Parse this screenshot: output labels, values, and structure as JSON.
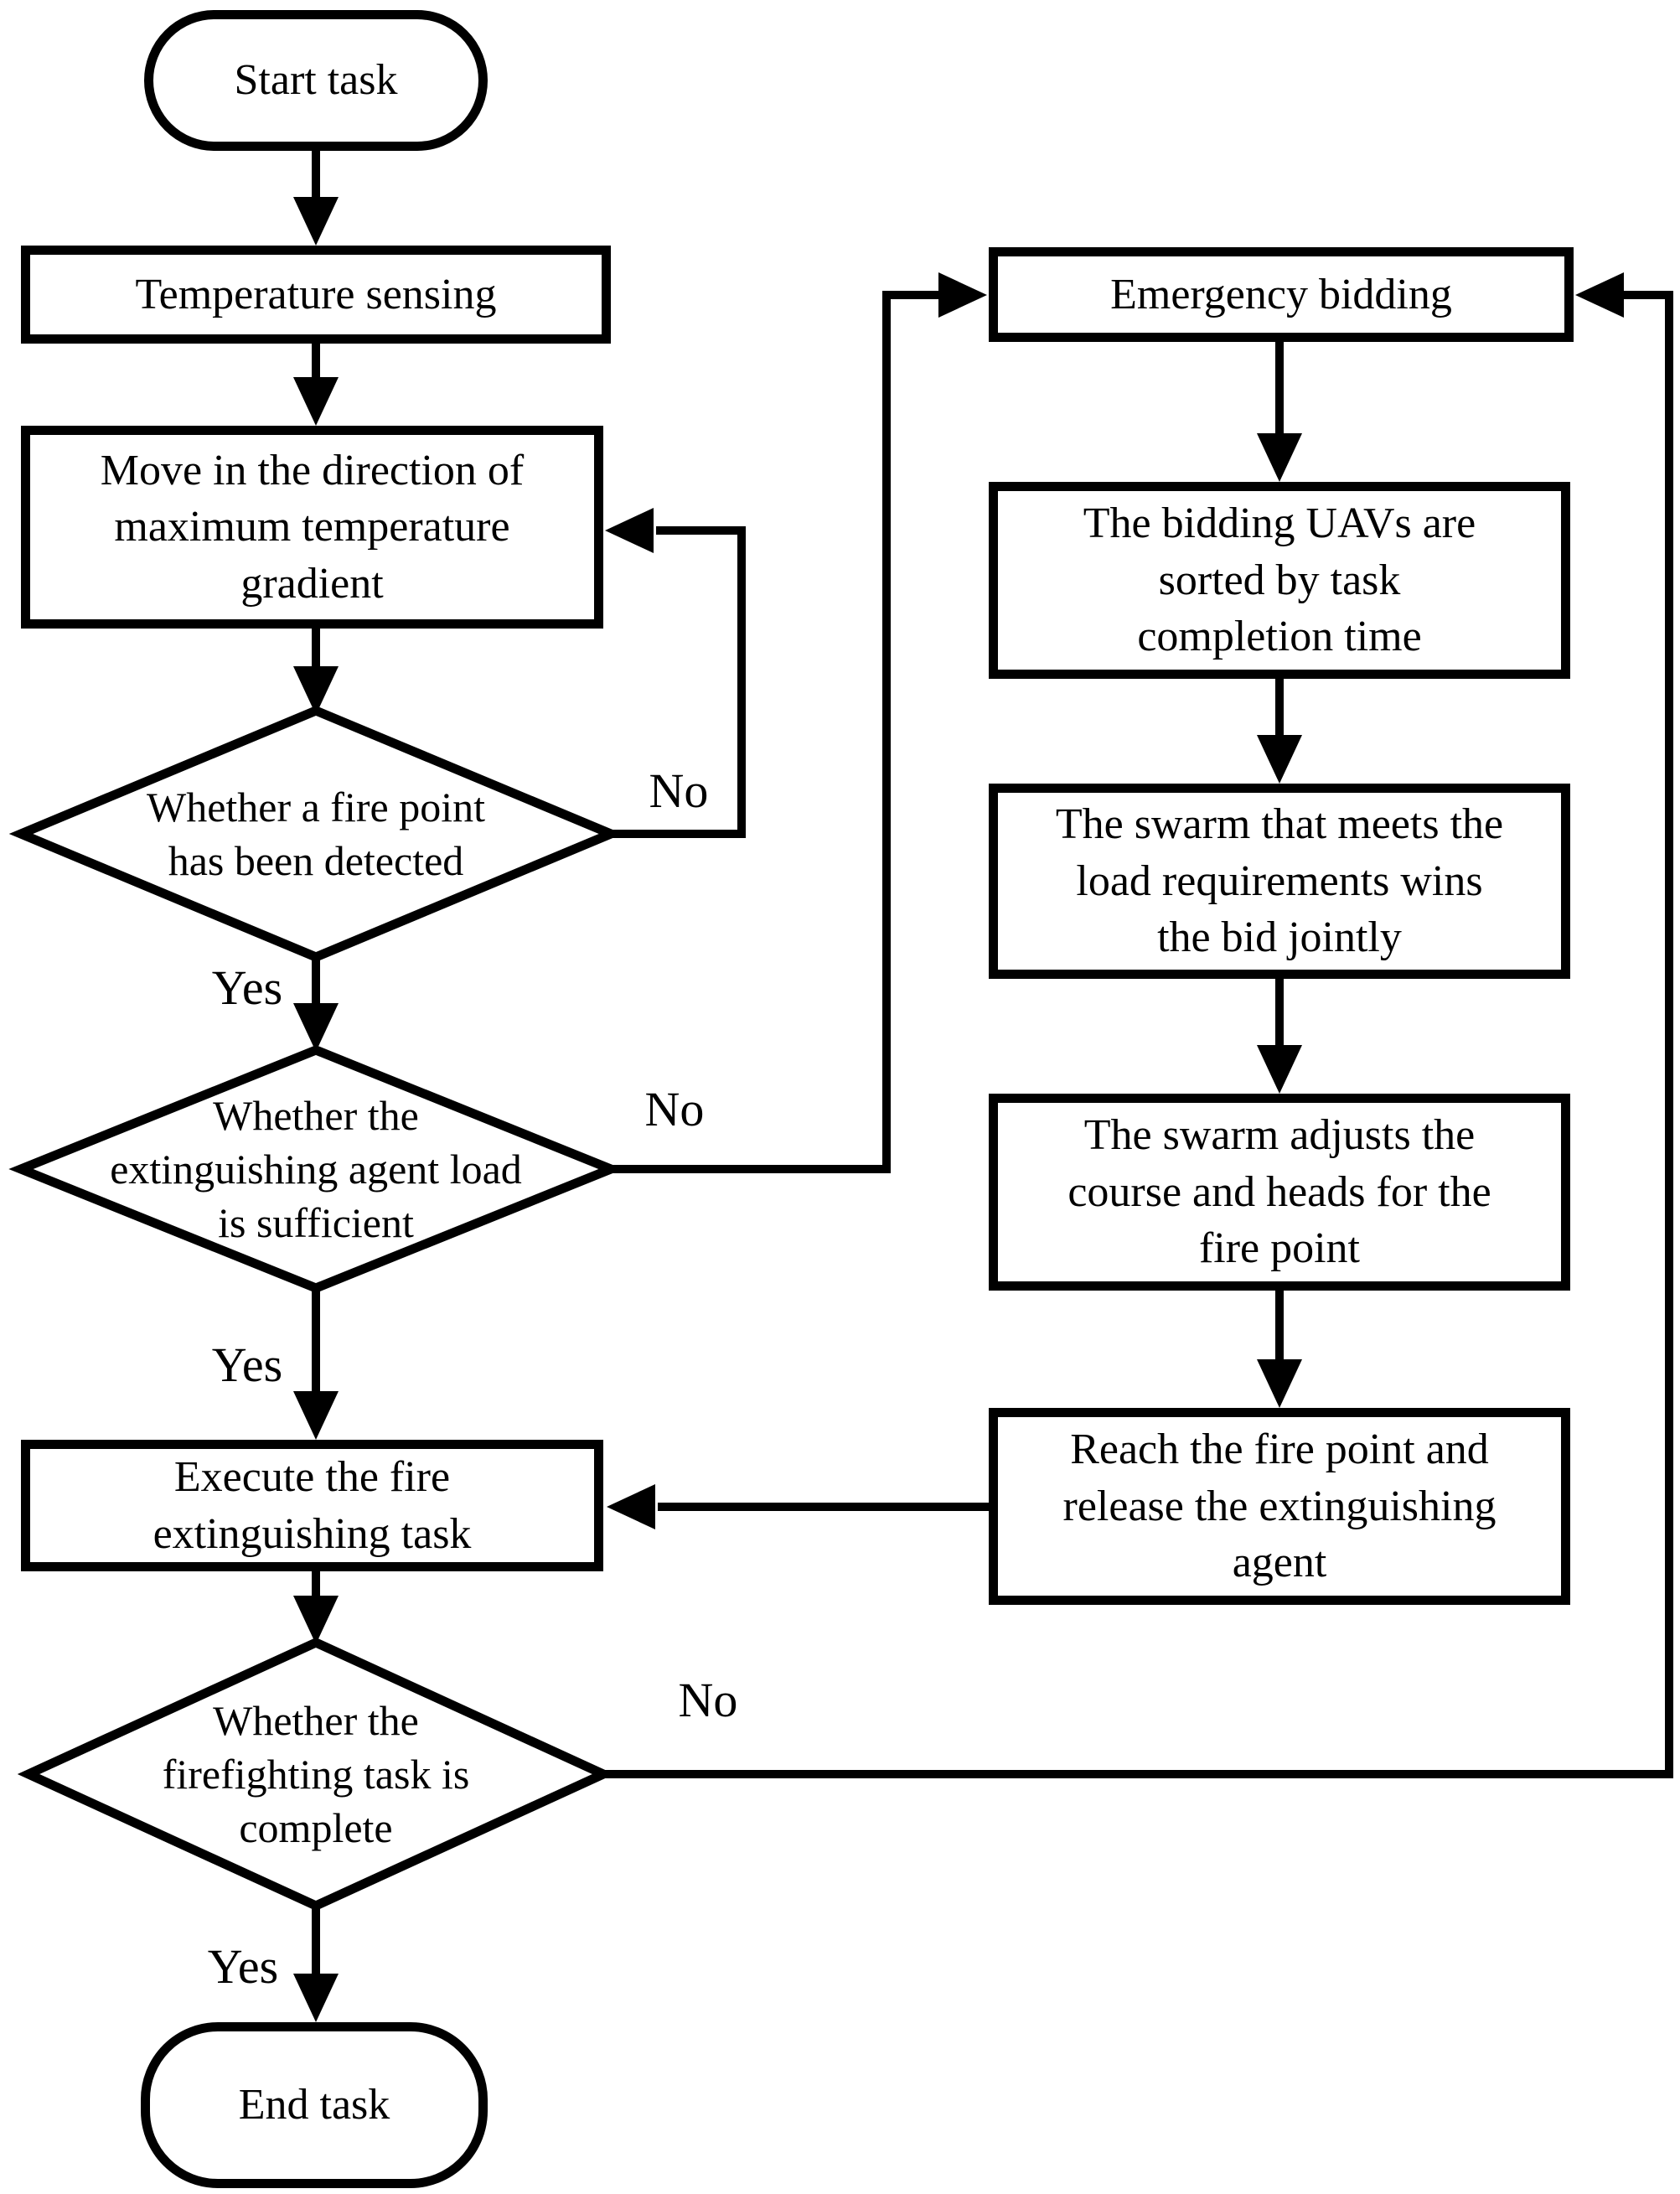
{
  "diagram": {
    "nodes": {
      "start": {
        "label": "Start task"
      },
      "temperature_sensing": {
        "label": "Temperature sensing"
      },
      "move_gradient": {
        "label": "Move in the direction of\nmaximum temperature\ngradient"
      },
      "fire_point_detected": {
        "label": "Whether a fire point\nhas been detected"
      },
      "agent_load_sufficient": {
        "label": "Whether the\nextinguishing agent load\nis sufficient"
      },
      "execute_task": {
        "label": "Execute the fire\nextinguishing task"
      },
      "task_complete": {
        "label": "Whether the\nfirefighting task is\ncomplete"
      },
      "end": {
        "label": "End task"
      },
      "emergency_bidding": {
        "label": "Emergency bidding"
      },
      "sort_uavs": {
        "label": "The bidding UAVs are\nsorted by task\ncompletion time"
      },
      "swarm_wins": {
        "label": "The swarm that meets the\nload requirements wins\nthe bid jointly"
      },
      "swarm_adjusts": {
        "label": "The swarm adjusts the\ncourse and heads for the\nfire point"
      },
      "reach_release": {
        "label": "Reach the fire point and\nrelease the extinguishing\nagent"
      }
    },
    "edge_labels": {
      "fire_point_no": "No",
      "fire_point_yes": "Yes",
      "agent_load_no": "No",
      "agent_load_yes": "Yes",
      "task_complete_no": "No",
      "task_complete_yes": "Yes"
    },
    "colors": {
      "ink": "#000000",
      "background": "#ffffff"
    }
  }
}
